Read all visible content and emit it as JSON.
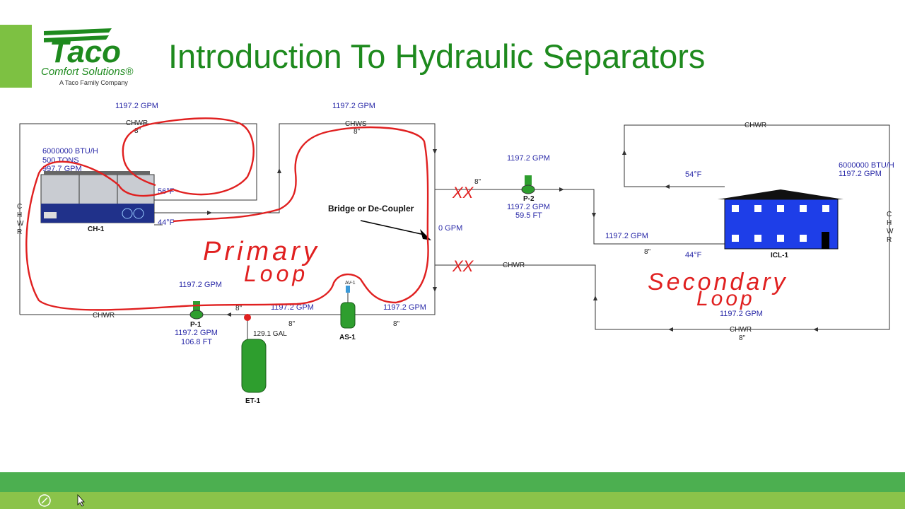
{
  "slide": {
    "title": "Introduction To Hydraulic Separators",
    "logo": {
      "brand": "Taco",
      "tagline": "Comfort Solutions®",
      "subline": "A Taco Family Company"
    }
  },
  "diagram": {
    "flow_top_left": "1197.2 GPM",
    "flow_top_mid": "1197.2 GPM",
    "pipe_chwr_top": "CHWR",
    "pipe_chws_top": "CHWS",
    "size_8_a": "8\"",
    "size_8_b": "8\"",
    "chiller": {
      "btu": "6000000 BTU/H",
      "tons": "500 TONS",
      "gpm": "997.7 GPM",
      "id": "CH-1",
      "temp_out": "56°F",
      "temp_in": "44°F"
    },
    "left_pipe_letters": [
      "C",
      "H",
      "W",
      "R"
    ],
    "right_pipe_letters": [
      "C",
      "H",
      "W",
      "R"
    ],
    "bridge_label": "Bridge or De-Coupler",
    "bridge_flow": "0 GPM",
    "pump2": {
      "id": "P-2",
      "gpm_above": "1197.2 GPM",
      "gpm": "1197.2 GPM",
      "head": "59.5 FT",
      "size": "8\""
    },
    "pump1": {
      "id": "P-1",
      "gpm_above": "1197.2 GPM",
      "gpm": "1197.2 GPM",
      "head": "106.8 FT",
      "size": "8\""
    },
    "separator": {
      "id": "AS-1",
      "tag": "AV-1"
    },
    "tank": {
      "id": "ET-1",
      "volume": "129.1 GAL"
    },
    "flow_bottom_mid": "1197.2 GPM",
    "flow_bottom_right": "1197.2 GPM",
    "size_bottom_mid": "8\"",
    "size_bottom_right": "8\"",
    "pipe_chwr_bottom_left": "CHWR",
    "pipe_chwr_mid_right": "CHWR",
    "secondary": {
      "pipe_chwr_top": "CHWR",
      "temp_return": "54°F",
      "temp_supply": "44°F",
      "load_btu": "6000000 BTU/H",
      "load_gpm": "1197.2 GPM",
      "load_id": "ICL-1",
      "flow_supply": "1197.2 GPM",
      "size_supply": "8\"",
      "flow_return": "1197.2 GPM",
      "pipe_chwr_bottom": "CHWR",
      "size_return": "8\""
    },
    "annotations": {
      "xx_top": "XX",
      "xx_bottom": "XX",
      "primary": "Primary",
      "primary_loop": "Loop",
      "secondary": "Secondary",
      "secondary_loop": "Loop"
    }
  },
  "colors": {
    "title_green": "#1e8a1e",
    "logo_green": "#1e8a1e",
    "footer_dark": "#4caf50",
    "footer_light": "#8bc34a",
    "markup_red": "#e02020",
    "value_blue": "#2a2aa8",
    "building_blue": "#1e3ee8"
  }
}
